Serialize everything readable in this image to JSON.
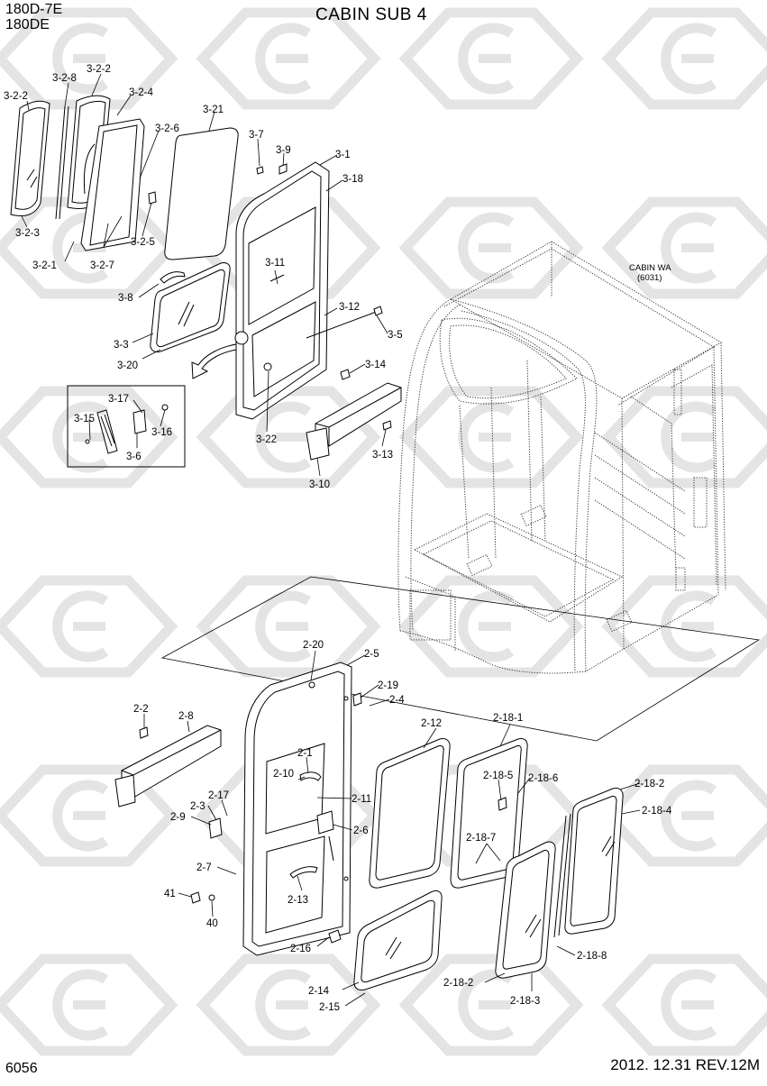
{
  "header": {
    "model_line1": "180D-7E",
    "model_line2": "180DE",
    "title": "CABIN SUB 4"
  },
  "footer": {
    "page_number": "6056",
    "revision": "2012. 12.31  REV.12M"
  },
  "cabin_assembly": {
    "label": "CABIN WA",
    "code": "(6031)"
  },
  "callouts": {
    "c1": "3-2-2",
    "c2": "3-2-8",
    "c3": "3-2-2",
    "c4": "3-2-4",
    "c5": "3-2-6",
    "c6": "3-2-3",
    "c7": "3-2-1",
    "c8": "3-2-7",
    "c9": "3-2-5",
    "c10": "3-21",
    "c11": "3-7",
    "c12": "3-9",
    "c13": "3-1",
    "c14": "3-18",
    "c15": "3-11",
    "c16": "3-8",
    "c17": "3-3",
    "c18": "3-20",
    "c19": "3-12",
    "c20": "3-5",
    "c21": "3-14",
    "c22": "3-22",
    "c23": "3-13",
    "c24": "3-10",
    "c25": "3-17",
    "c26": "3-15",
    "c27": "3-16",
    "c28": "3-6",
    "c29": "2-20",
    "c30": "2-5",
    "c31": "2-19",
    "c32": "2-4",
    "c33": "2-2",
    "c34": "2-8",
    "c35": "2-1",
    "c36": "2-10",
    "c37": "2-11",
    "c38": "2-17",
    "c39": "2-3",
    "c40": "2-9",
    "c41": "2-6",
    "c42": "2-7",
    "c43": "2-13",
    "c44": "41",
    "c45": "40",
    "c46": "2-16",
    "c47": "2-12",
    "c48": "2-18-1",
    "c49": "2-18-5",
    "c50": "2-18-6",
    "c51": "2-18-2",
    "c52": "2-18-4",
    "c53": "2-18-7",
    "c54": "2-14",
    "c55": "2-15",
    "c56": "2-18-8",
    "c57": "2-18-2",
    "c58": "2-18-3"
  }
}
